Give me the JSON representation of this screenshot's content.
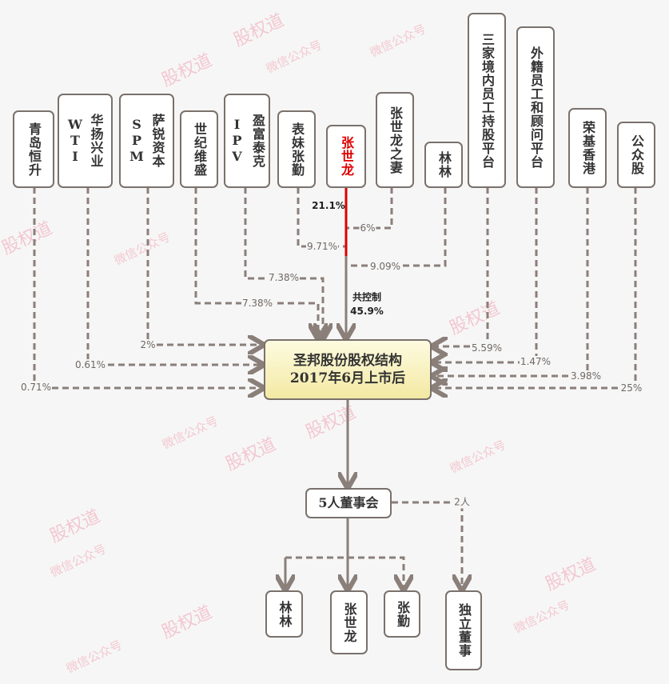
{
  "watermark": {
    "brand": "股权道",
    "channel": "微信公众号"
  },
  "shareholders": [
    {
      "name": "青岛恒升",
      "pct": "0.71%"
    },
    {
      "name": "华扬兴业WTI",
      "pct": "0.61%"
    },
    {
      "name": "萨锐资本SPM",
      "pct": "2%"
    },
    {
      "name": "世纪维盛",
      "pct": "7.38%"
    },
    {
      "name": "盈富泰克IPV",
      "pct": "7.38%"
    },
    {
      "name": "表妹张勤",
      "pct": "9.71%"
    },
    {
      "name": "张世龙",
      "pct": "21.1%"
    },
    {
      "name": "张世龙之妻",
      "pct": "6%"
    },
    {
      "name": "林林",
      "pct": "9.09%"
    },
    {
      "name": "三家境内员工持股平台",
      "pct": "5.59%"
    },
    {
      "name": "外籍员工和顾问平台",
      "pct": "1.47%"
    },
    {
      "name": "荣基香港",
      "pct": "3.98%"
    },
    {
      "name": "公众股",
      "pct": "25%"
    }
  ],
  "joint_control": {
    "label": "共控制",
    "pct": "45.9%"
  },
  "company": {
    "line1": "圣邦股份股权结构",
    "line2": "2017年6月上市后"
  },
  "board": {
    "label": "5人董事会",
    "independent_count": "2人"
  },
  "directors": [
    "林林",
    "张世龙",
    "张勤",
    "独立董事"
  ],
  "colors": {
    "line": "#8a7f79",
    "controller": "#e00000",
    "box_fill": "#f3e9a3"
  }
}
